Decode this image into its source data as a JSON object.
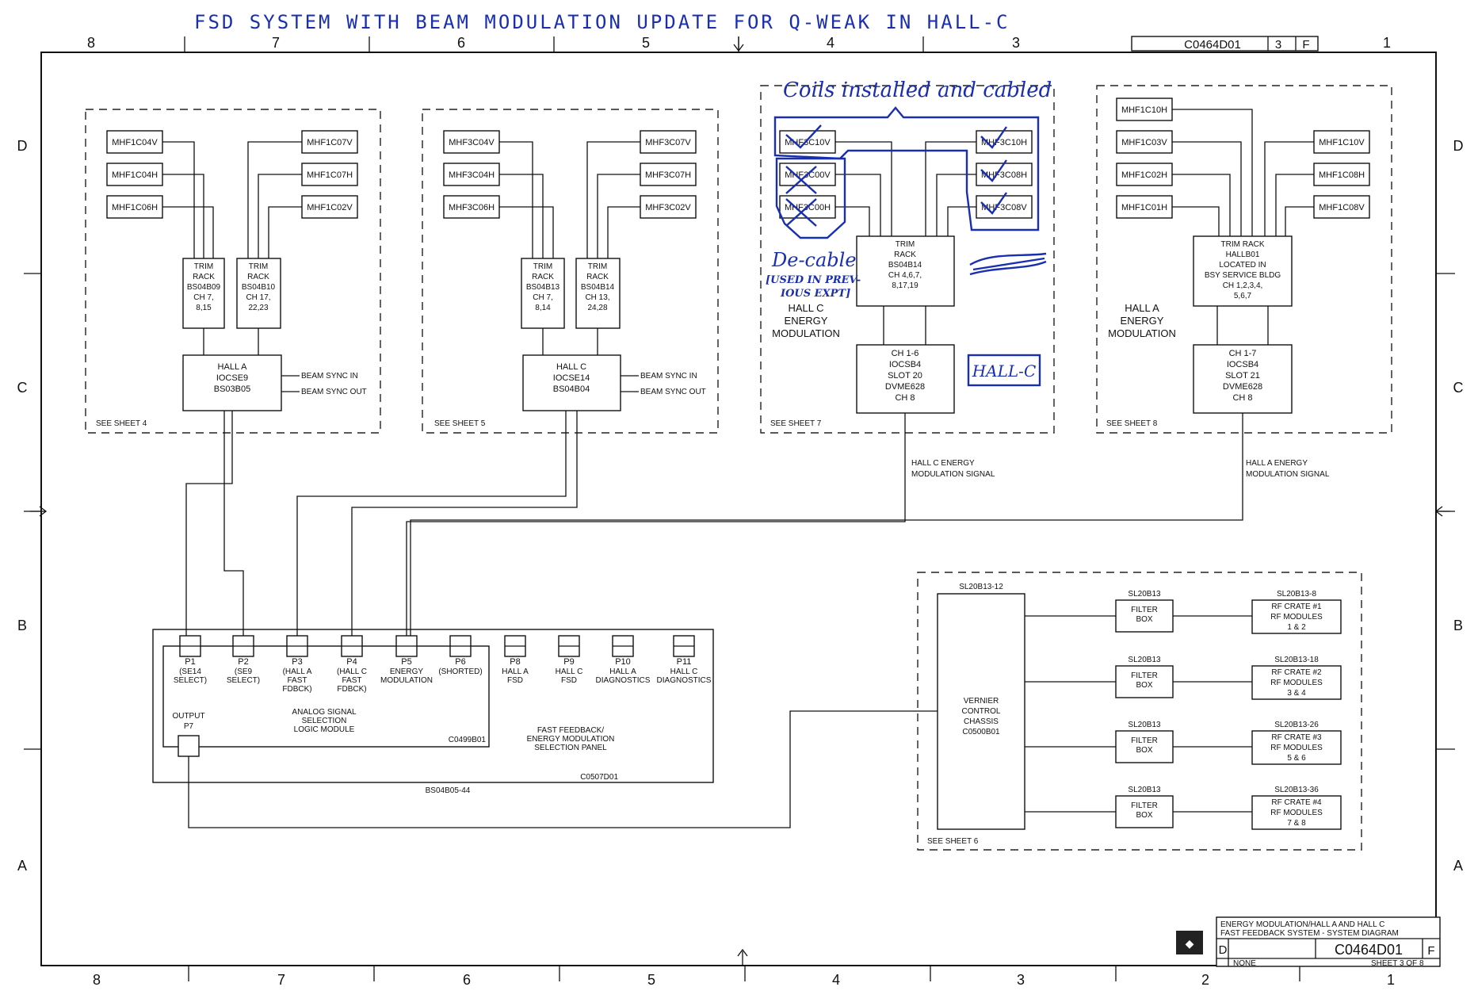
{
  "handwritten_title": "FSD SYSTEM WITH BEAM MODULATION UPDATE FOR Q-WEAK IN HALL-C",
  "drawing_number": "C0464D01",
  "sheet": "3",
  "rev": "F",
  "top_col_labels": [
    "8",
    "7",
    "6",
    "5",
    "4",
    "3",
    "1"
  ],
  "bottom_col_labels": [
    "8",
    "7",
    "6",
    "5",
    "4",
    "3",
    "2",
    "1"
  ],
  "row_labels": [
    "D",
    "C",
    "B",
    "A"
  ],
  "sect1": {
    "coils_left": [
      "MHF1C04V",
      "MHF1C04H",
      "MHF1C06H"
    ],
    "coils_right": [
      "MHF1C07V",
      "MHF1C07H",
      "MHF1C02V"
    ],
    "rack_a": [
      "TRIM",
      "RACK",
      "BS04B09",
      "CH 7,",
      "8,15"
    ],
    "rack_b": [
      "TRIM",
      "RACK",
      "BS04B10",
      "CH 17,",
      "22,23"
    ],
    "ioc": [
      "HALL A",
      "IOCSE9",
      "BS03B05"
    ],
    "sync_in": "BEAM SYNC IN",
    "sync_out": "BEAM SYNC OUT",
    "see": "SEE SHEET 4"
  },
  "sect2": {
    "coils_left": [
      "MHF3C04V",
      "MHF3C04H",
      "MHF3C06H"
    ],
    "coils_right": [
      "MHF3C07V",
      "MHF3C07H",
      "MHF3C02V"
    ],
    "rack_a": [
      "TRIM",
      "RACK",
      "BS04B13",
      "CH 7,",
      "8,14"
    ],
    "rack_b": [
      "TRIM",
      "RACK",
      "BS04B14",
      "CH 13,",
      "24,28"
    ],
    "ioc": [
      "HALL C",
      "IOCSE14",
      "BS04B04"
    ],
    "sync_in": "BEAM SYNC IN",
    "sync_out": "BEAM SYNC OUT",
    "see": "SEE SHEET 5"
  },
  "sect3": {
    "coils_left": [
      "MHF3C10V",
      "MHF3C00V",
      "MHF3C00H"
    ],
    "coils_right": [
      "MHF3C10H",
      "MHF3C08H",
      "MHF3C08V"
    ],
    "rack": [
      "TRIM",
      "RACK",
      "BS04B14",
      "CH 4,6,7,",
      "8,17,19"
    ],
    "label": [
      "HALL C",
      "ENERGY",
      "MODULATION"
    ],
    "ioc": [
      "CH 1-6",
      "IOCSB4",
      "SLOT 20",
      "DVME628",
      "CH 8"
    ],
    "signal": [
      "HALL C ENERGY",
      "MODULATION SIGNAL"
    ],
    "see": "SEE SHEET 7",
    "note_coils": "Coils installed and cabled",
    "note_decable": "De-cable",
    "note_used": [
      "[USED IN PREV-",
      "IOUS EXPT]"
    ],
    "note_hall": "HALL-C"
  },
  "sect4": {
    "coils_left": [
      "MHF1C10H",
      "MHF1C03V",
      "MHF1C02H",
      "MHF1C01H"
    ],
    "coils_right": [
      "MHF1C10V",
      "MHF1C08H",
      "MHF1C08V"
    ],
    "rack": [
      "TRIM RACK",
      "HALLB01",
      "LOCATED IN",
      "BSY SERVICE BLDG",
      "CH 1,2,3,4,",
      "5,6,7"
    ],
    "label": [
      "HALL A",
      "ENERGY",
      "MODULATION"
    ],
    "ioc": [
      "CH 1-7",
      "IOCSB4",
      "SLOT 21",
      "DVME628",
      "CH 8"
    ],
    "signal": [
      "HALL A ENERGY",
      "MODULATION SIGNAL"
    ],
    "see": "SEE SHEET 8"
  },
  "panel": {
    "ports": [
      {
        "id": "P1",
        "desc": [
          "(SE14",
          "SELECT)"
        ]
      },
      {
        "id": "P2",
        "desc": [
          "(SE9",
          "SELECT)"
        ]
      },
      {
        "id": "P3",
        "desc": [
          "(HALL A",
          "FAST",
          "FDBCK)"
        ]
      },
      {
        "id": "P4",
        "desc": [
          "(HALL C",
          "FAST",
          "FDBCK)"
        ]
      },
      {
        "id": "P5",
        "desc": [
          "ENERGY",
          "MODULATION"
        ]
      },
      {
        "id": "P6",
        "desc": [
          "(SHORTED)"
        ]
      },
      {
        "id": "P8",
        "desc": [
          "HALL A",
          "FSD"
        ]
      },
      {
        "id": "P9",
        "desc": [
          "HALL C",
          "FSD"
        ]
      },
      {
        "id": "P10",
        "desc": [
          "HALL A",
          "DIAGNOSTICS"
        ]
      },
      {
        "id": "P11",
        "desc": [
          "HALL C",
          "DIAGNOSTICS"
        ]
      }
    ],
    "output": [
      "OUTPUT",
      "P7"
    ],
    "module": [
      "ANALOG SIGNAL",
      "SELECTION",
      "LOGIC MODULE"
    ],
    "module_no": "C0499B01",
    "panel_name": [
      "FAST FEEDBACK/",
      "ENERGY MODULATION",
      "SELECTION PANEL"
    ],
    "panel_no": "C0507D01",
    "bs": "BS04B05-44"
  },
  "vernier": {
    "top": "SL20B13-12",
    "label": [
      "VERNIER",
      "CONTROL",
      "CHASSIS",
      "C0500B01"
    ],
    "see": "SEE SHEET 6",
    "filters": [
      {
        "top": "SL20B13",
        "name": [
          "FILTER",
          "BOX"
        ]
      },
      {
        "top": "SL20B13",
        "name": [
          "FILTER",
          "BOX"
        ]
      },
      {
        "top": "SL20B13",
        "name": [
          "FILTER",
          "BOX"
        ]
      },
      {
        "top": "SL20B13",
        "name": [
          "FILTER",
          "BOX"
        ]
      }
    ],
    "crates": [
      {
        "top": "SL20B13-8",
        "name": [
          "RF CRATE #1",
          "RF MODULES",
          "1 & 2"
        ]
      },
      {
        "top": "SL20B13-18",
        "name": [
          "RF CRATE #2",
          "RF MODULES",
          "3 & 4"
        ]
      },
      {
        "top": "SL20B13-26",
        "name": [
          "RF CRATE #3",
          "RF MODULES",
          "5 & 6"
        ]
      },
      {
        "top": "SL20B13-36",
        "name": [
          "RF CRATE #4",
          "RF MODULES",
          "7 & 8"
        ]
      }
    ]
  },
  "title_block": {
    "line1": "ENERGY MODULATION/HALL A AND HALL C",
    "line2": "FAST FEEDBACK SYSTEM - SYSTEM DIAGRAM",
    "size": "D",
    "dwg": "C0464D01",
    "rev": "F",
    "scale": "NONE",
    "sheet": "SHEET 3 OF 8"
  }
}
